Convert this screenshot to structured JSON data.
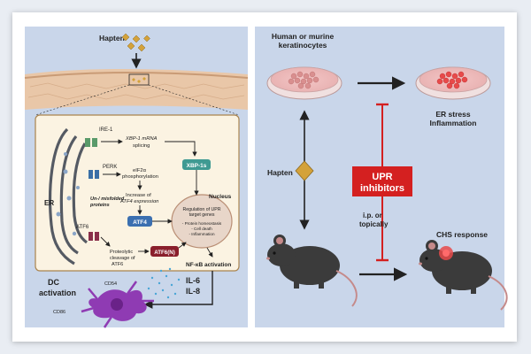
{
  "left_panel": {
    "hapten_label": "Hapten",
    "ire1": "IRE-1",
    "xbp1_mrna": "XBP-1 mRNA",
    "splicing": "splicing",
    "perk": "PERK",
    "eif2a": "eIF2α",
    "phosphorylation": "phosphorylation",
    "increase_of": "Increase of",
    "atf4_expression": "ATF4 expression",
    "er": "ER",
    "unfolded_1": "Un-/ misfolded",
    "unfolded_2": "proteins",
    "atf6": "ATF6",
    "proteolytic_1": "Proteolytic",
    "proteolytic_2": "cleavage of",
    "proteolytic_3": "ATF6",
    "xbp1s": "XBP-1s",
    "atf4": "ATF4",
    "atf6n": "ATF6(N)",
    "nucleus": "Nucleus",
    "regulation_1": "Regulation of UPR",
    "regulation_2": "target genes",
    "bullet_1": "- Protein homeostasis",
    "bullet_2": "- Cell death",
    "bullet_3": "- Inflammation",
    "nfkb": "NF-κB activation",
    "dc_1": "DC",
    "dc_2": "activation",
    "cd54": "CD54",
    "cd86": "CD86",
    "il6": "IL-6",
    "il8": "IL-8"
  },
  "right_panel": {
    "keratinocytes_1": "Human or murine",
    "keratinocytes_2": "keratinocytes",
    "er_stress_1": "ER stress",
    "er_stress_2": "Inflammation",
    "hapten_label": "Hapten",
    "inhibitors_1": "UPR",
    "inhibitors_2": "inhibitors",
    "route_1": "i.p. or",
    "route_2": "topically",
    "chs": "CHS response"
  },
  "colors": {
    "panel_bg": "#c9d6ea",
    "hapten": "#d4a23a",
    "er_membrane": "#555a63",
    "xbp1s_box": "#3f9a92",
    "atf4_box": "#3b6fb0",
    "atf6n_box": "#8a1f2c",
    "inhibitor_box": "#d42020",
    "inhibition_line": "#d42020",
    "dish_cells": "#d98f8f",
    "inflamed_cells": "#e84a4a",
    "mouse": "#3b3b3b",
    "dc_cell": "#8f3bb3",
    "cytokine_dots": "#4aa6d6"
  },
  "icons": [
    "hapten-diamond",
    "er-organelle",
    "nucleus",
    "receptor",
    "petri-dish",
    "mouse",
    "dendritic-cell",
    "cytokine-dots"
  ]
}
